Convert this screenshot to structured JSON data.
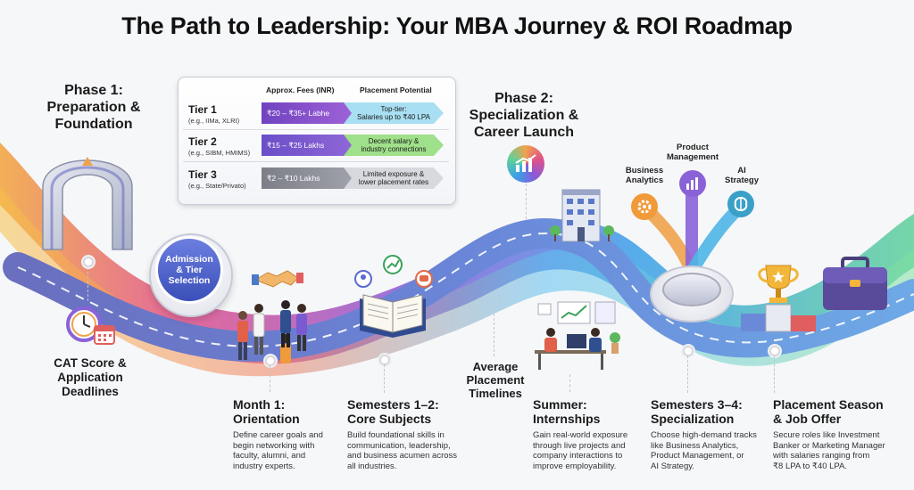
{
  "title": "The Path to Leadership: Your MBA Journey &  ROI Roadmap",
  "phase1": {
    "line1": "Phase 1:",
    "line2": "Preparation &",
    "line3": "Foundation"
  },
  "phase2": {
    "line1": "Phase 2:",
    "line2": "Specialization &",
    "line3": "Career Launch"
  },
  "admission": {
    "line1": "Admission",
    "line2": "& Tier",
    "line3": "Selection"
  },
  "cat": {
    "line1": "CAT Score &",
    "line2": "Application",
    "line3": "Deadlines"
  },
  "avg_timelines": {
    "line1": "Average",
    "line2": "Placement",
    "line3": "Timelines"
  },
  "tier_table": {
    "header_fees": "Approx. Fees (INR)",
    "header_potential": "Placement Potential",
    "rows": [
      {
        "name": "Tier 1",
        "examples": "(e.g., IIMa, XLRI)",
        "fees": "₹20 – ₹35+ Labhe",
        "potential_l1": "Top-tier:",
        "potential_l2": "Salaries up to ₹40 LPA",
        "fee_color": "#8a4fc7",
        "pot_color": "#a8dff2"
      },
      {
        "name": "Tier 2",
        "examples": "(e.g., SIBM, HMIMS)",
        "fees": "₹15 – ₹25 Lakhs",
        "potential_l1": "Decent salary &",
        "potential_l2": "industry connections",
        "fee_color": "#7b55c9",
        "pot_color": "#9fe08a"
      },
      {
        "name": "Tier 3",
        "examples": "(e.g., State/Privato)",
        "fees": "₹2 – ₹10 Lakhs",
        "potential_l1": "Limited exposure &",
        "potential_l2": "lower placement rates",
        "fee_color": "#8d8f99",
        "pot_color": "#d8d9de"
      }
    ]
  },
  "specializations": {
    "business_analytics": {
      "line1": "Business",
      "line2": "Analytics"
    },
    "product_management": {
      "line1": "Product",
      "line2": "Management"
    },
    "ai_strategy": {
      "line1": "AI",
      "line2": "Strategy"
    }
  },
  "steps": [
    {
      "title_l1": "Month 1:",
      "title_l2": "Orientation",
      "desc": [
        "Define career goals and",
        "begin networking with",
        "faculty, alumni, and",
        "industry experts."
      ]
    },
    {
      "title_l1": "Semesters 1–2:",
      "title_l2": "Core Subjects",
      "desc": [
        "Build foundational skills in",
        "communication, leadership,",
        "and business acumen across",
        "all industries."
      ]
    },
    {
      "title_l1": "Summer:",
      "title_l2": "Internships",
      "desc": [
        "Gain real-world exposure",
        "through live projects and",
        "company interactions to",
        "improve employability."
      ]
    },
    {
      "title_l1": "Semesters 3–4:",
      "title_l2": "Specialization",
      "desc": [
        "Choose high-demand tracks",
        "like Business Analytics,",
        "Product Management, or",
        "AI Strategy."
      ]
    },
    {
      "title_l1": "Placement Season",
      "title_l2": "& Job Offer",
      "desc": [
        "Secure roles like Investment",
        "Banker or Marketing Manager",
        "with salaries ranging from",
        "₹8 LPA to ₹40 LPA."
      ]
    }
  ],
  "icons": [
    "arch-gate",
    "clock-calendar-icon",
    "handshake-icon",
    "people-group-icon",
    "open-book-icon",
    "growth-chart-icon",
    "office-building-icon",
    "internship-desk-icon",
    "trophy-podium-icon",
    "briefcase-icon"
  ]
}
